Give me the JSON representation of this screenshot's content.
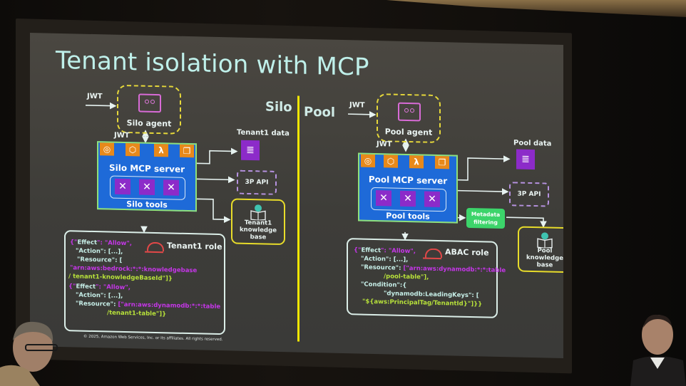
{
  "slide": {
    "title": "Tenant isolation with MCP",
    "copyright": "© 2025, Amazon Web Services, Inc. or its affiliates. All rights reserved.",
    "divider_color": "#f2e600"
  },
  "silo": {
    "section_label": "Silo",
    "jwt_in_label": "JWT",
    "jwt_mid_label": "JWT",
    "agent_label": "Silo agent",
    "server_title": "Silo MCP server",
    "tools_label": "Silo tools",
    "service_icons": [
      "api-gateway-icon",
      "ecs-icon",
      "lambda-icon",
      "fargate-icon"
    ],
    "data_label": "Tenant1 data",
    "api_label": "3P API",
    "kb_label_line1": "Tenant1",
    "kb_label_line2": "knowledge base",
    "role_label": "Tenant1 role",
    "policy_lines": [
      "{\"Effect\": \"Allow\",",
      "\"Action\": [...],",
      "\"Resource\": [",
      "\"arn:aws:bedrock:*:*:knowledgebase",
      "/ tenant1-knowledgeBaseId\"]}",
      "{\"Effect\": \"Allow\",",
      "\"Action\": [...],",
      "\"Resource\": [\"arn:aws:dynamodb:*:*:table",
      "/tenant1-table\"]}"
    ]
  },
  "pool": {
    "section_label": "Pool",
    "jwt_in_label": "JWT",
    "jwt_mid_label": "JWT",
    "agent_label": "Pool agent",
    "server_title": "Pool MCP server",
    "tools_label": "Pool tools",
    "service_icons": [
      "api-gateway-icon",
      "ecs-icon",
      "lambda-icon",
      "fargate-icon"
    ],
    "data_label": "Pool data",
    "api_label": "3P API",
    "metadata_line1": "Metadata",
    "metadata_line2": "filtering",
    "kb_label_line1": "Pool",
    "kb_label_line2": "knowledge base",
    "role_label": "ABAC role",
    "policy_lines": [
      "{\"Effect\": \"Allow\",",
      "\"Action\": [...],",
      "\"Resource\": [\"arn:aws:dynamodb:*:*:table",
      "/pool-table\"],",
      "\"Condition\":{",
      "\"dynamodb:LeadingKeys\": [",
      "\"${aws:PrincipalTag/TenantId}\"]}}"
    ]
  },
  "colors": {
    "title": "#bff0ea",
    "server_fill": "#1e6ad8",
    "server_border": "#8fe07a",
    "service_orange": "#e8891a",
    "tool_purple": "#8c2bc9",
    "agent_border": "#e6d83a",
    "kb_border": "#e8dc2a",
    "api_border": "#b692e0",
    "metadata_green": "#3cd46a",
    "policy_purple": "#c536e8",
    "policy_green": "#b8e23a",
    "role_red": "#e24848"
  }
}
